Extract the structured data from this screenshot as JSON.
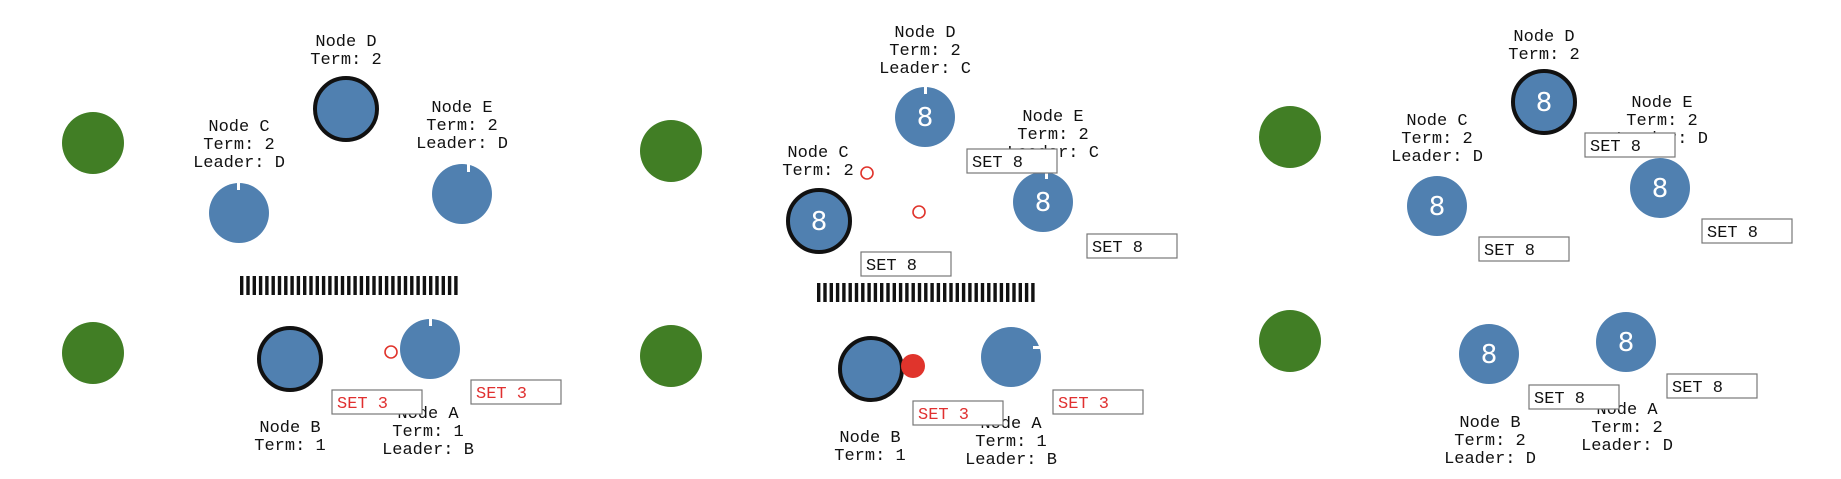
{
  "colors": {
    "node_blue": "#5080b0",
    "green": "#417e25",
    "red": "#e0342c",
    "border": "#111111",
    "box_border": "#777777",
    "partition": "#111111"
  },
  "panels": [
    {
      "id": "panel-1",
      "nodes": [
        {
          "id": "d",
          "label_lines": [
            "Node D",
            "Term: 2"
          ],
          "value": "",
          "leader_border": true,
          "notch": false
        },
        {
          "id": "c",
          "label_lines": [
            "Node C",
            "Term: 2",
            "Leader: D"
          ],
          "value": "",
          "leader_border": false,
          "notch": true
        },
        {
          "id": "e",
          "label_lines": [
            "Node E",
            "Term: 2",
            "Leader: D"
          ],
          "value": "",
          "leader_border": false,
          "notch": true
        },
        {
          "id": "b",
          "label_lines": [
            "Node B",
            "Term: 1"
          ],
          "value": "",
          "leader_border": true,
          "notch": false
        },
        {
          "id": "a",
          "label_lines": [
            "Node A",
            "Term: 1",
            "Leader: B"
          ],
          "value": "",
          "leader_border": false,
          "notch": true
        }
      ],
      "messages": [
        {
          "text": "SET 3",
          "color": "red"
        },
        {
          "text": "SET 3",
          "color": "red"
        }
      ]
    },
    {
      "id": "panel-2",
      "nodes": [
        {
          "id": "d",
          "label_lines": [
            "Node D",
            "Term: 2",
            "Leader: C"
          ],
          "value": "8",
          "leader_border": false,
          "notch": true
        },
        {
          "id": "c",
          "label_lines": [
            "Node C",
            "Term: 2"
          ],
          "value": "8",
          "leader_border": true,
          "notch": false
        },
        {
          "id": "e",
          "label_lines": [
            "Node E",
            "Term: 2",
            "Leader: C"
          ],
          "value": "8",
          "leader_border": false,
          "notch": true
        },
        {
          "id": "b",
          "label_lines": [
            "Node B",
            "Term: 1"
          ],
          "value": "",
          "leader_border": true,
          "notch": false
        },
        {
          "id": "a",
          "label_lines": [
            "Node A",
            "Term: 1",
            "Leader: B"
          ],
          "value": "",
          "leader_border": false,
          "notch": true
        }
      ],
      "messages": [
        {
          "text": "SET 8",
          "color": "black"
        },
        {
          "text": "SET 8",
          "color": "black"
        },
        {
          "text": "SET 8",
          "color": "black"
        },
        {
          "text": "SET 3",
          "color": "red"
        },
        {
          "text": "SET 3",
          "color": "red"
        }
      ]
    },
    {
      "id": "panel-3",
      "nodes": [
        {
          "id": "d",
          "label_lines": [
            "Node D",
            "Term: 2"
          ],
          "value": "8",
          "leader_border": true,
          "notch": false
        },
        {
          "id": "c",
          "label_lines": [
            "Node C",
            "Term: 2",
            "Leader: D"
          ],
          "value": "8",
          "leader_border": false,
          "notch": false
        },
        {
          "id": "e",
          "label_lines": [
            "Node E",
            "Term: 2",
            "Leader: D"
          ],
          "value": "8",
          "leader_border": false,
          "notch": false
        },
        {
          "id": "b",
          "label_lines": [
            "Node B",
            "Term: 2",
            "Leader: D"
          ],
          "value": "8",
          "leader_border": false,
          "notch": false
        },
        {
          "id": "a",
          "label_lines": [
            "Node A",
            "Term: 2",
            "Leader: D"
          ],
          "value": "8",
          "leader_border": false,
          "notch": false
        }
      ],
      "messages": [
        {
          "text": "SET 8",
          "color": "black"
        },
        {
          "text": "SET 8",
          "color": "black"
        },
        {
          "text": "SET 8",
          "color": "black"
        },
        {
          "text": "SET 8",
          "color": "black"
        },
        {
          "text": "SET 8",
          "color": "black"
        }
      ]
    }
  ]
}
